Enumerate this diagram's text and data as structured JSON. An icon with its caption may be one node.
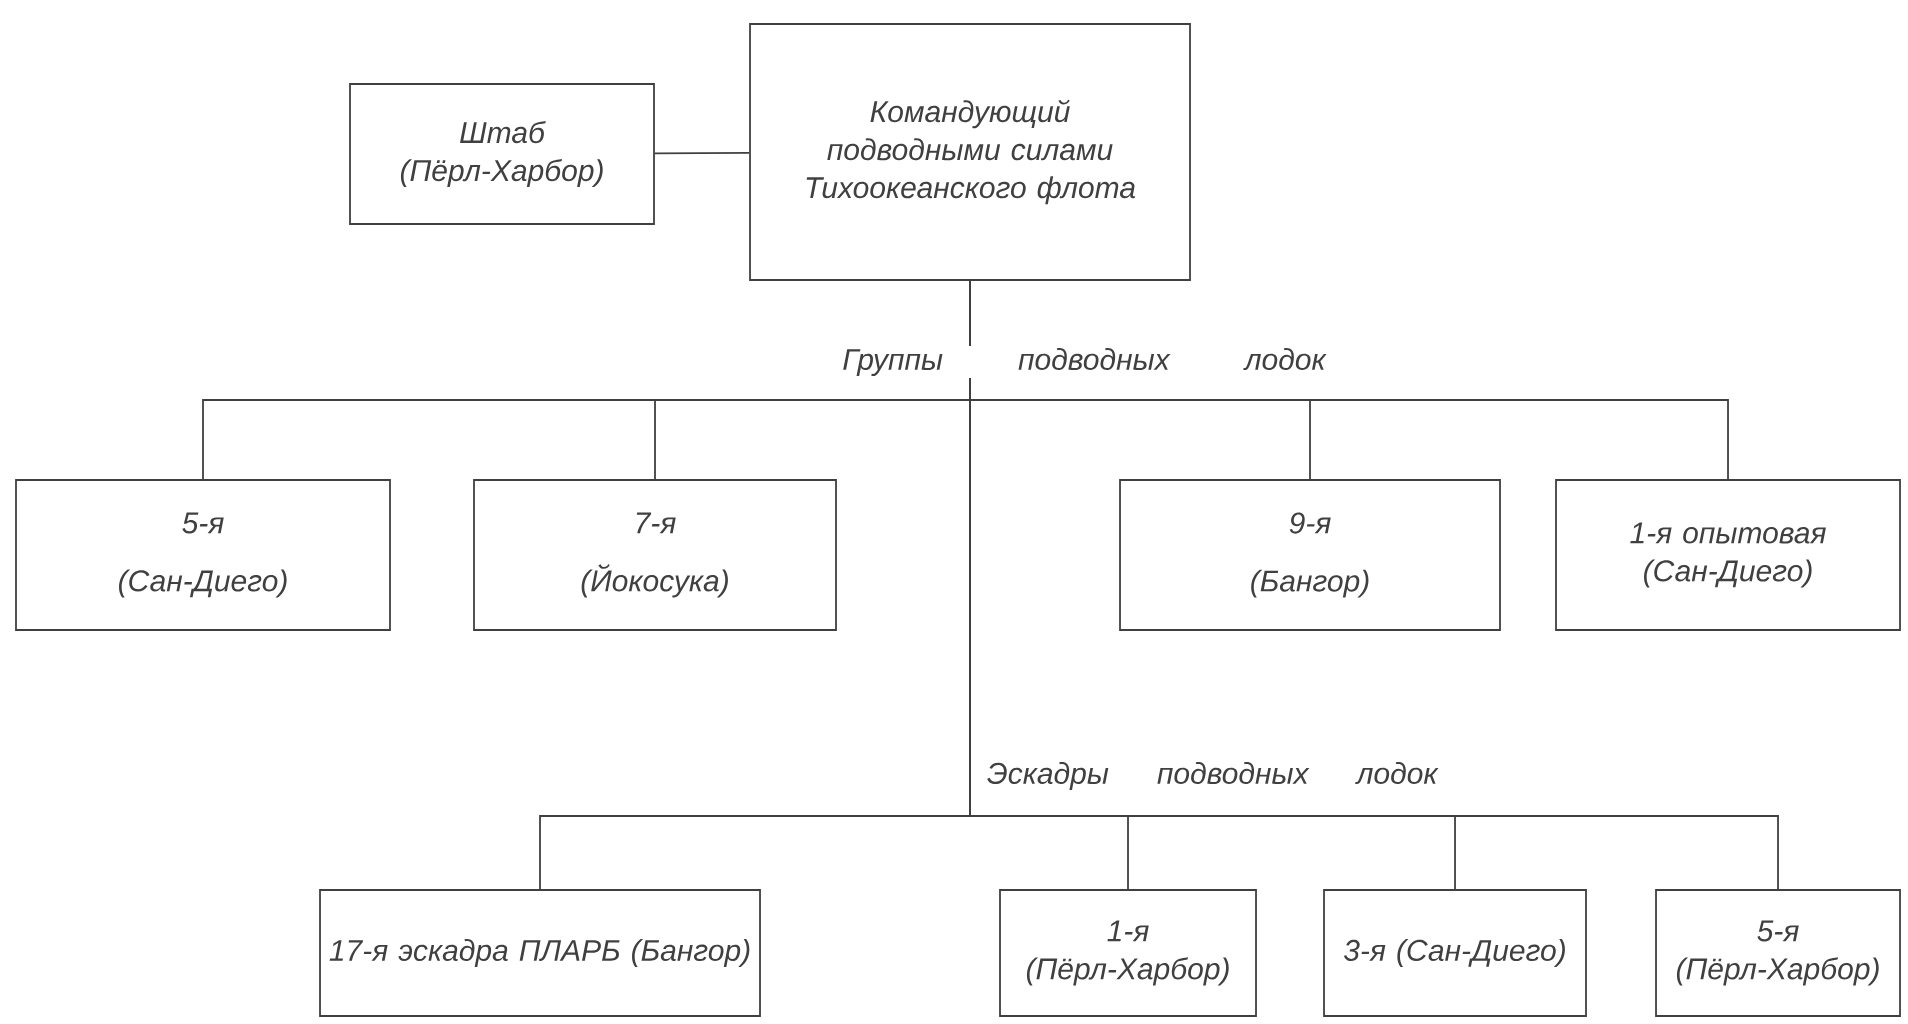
{
  "diagram": {
    "nodes": [
      {
        "text": [
          "Командующий подводными силами Тихоокеанского флота"
        ]
      },
      {
        "text": [
          "Штаб (Пёрл-Харбор)"
        ]
      },
      {
        "text": [
          "5-я",
          "(Сан-Диего)"
        ]
      },
      {
        "text": [
          "7-я",
          "(Йокосука)"
        ]
      },
      {
        "text": [
          "9-я",
          "(Бангор)"
        ]
      },
      {
        "text": [
          "1-я опытовая (Сан-Диего)"
        ]
      },
      {
        "text": [
          "17-я эскадра ПЛАРБ (Бангор)"
        ]
      },
      {
        "text": [
          "1-я (Пёрл-Харбор)"
        ]
      },
      {
        "text": [
          "3-я (Сан-Диего)"
        ]
      },
      {
        "text": [
          "5-я (Пёрл-Харбор)"
        ]
      }
    ],
    "edges": [
      {
        "from": 1,
        "to": 0,
        "arrow": "none"
      },
      {
        "from": 0,
        "to": 2,
        "arrow": "none"
      },
      {
        "from": 0,
        "to": 3,
        "arrow": "none"
      },
      {
        "from": 0,
        "to": 4,
        "arrow": "none"
      },
      {
        "from": 0,
        "to": 5,
        "arrow": "none"
      },
      {
        "from": 0,
        "to": 6,
        "arrow": "none"
      },
      {
        "from": 0,
        "to": 7,
        "arrow": "none"
      },
      {
        "from": 0,
        "to": 8,
        "arrow": "none"
      },
      {
        "from": 0,
        "to": 9,
        "arrow": "none"
      }
    ],
    "labels": [
      "Группы подводных лодок",
      "Эскадры подводных лодок"
    ]
  }
}
